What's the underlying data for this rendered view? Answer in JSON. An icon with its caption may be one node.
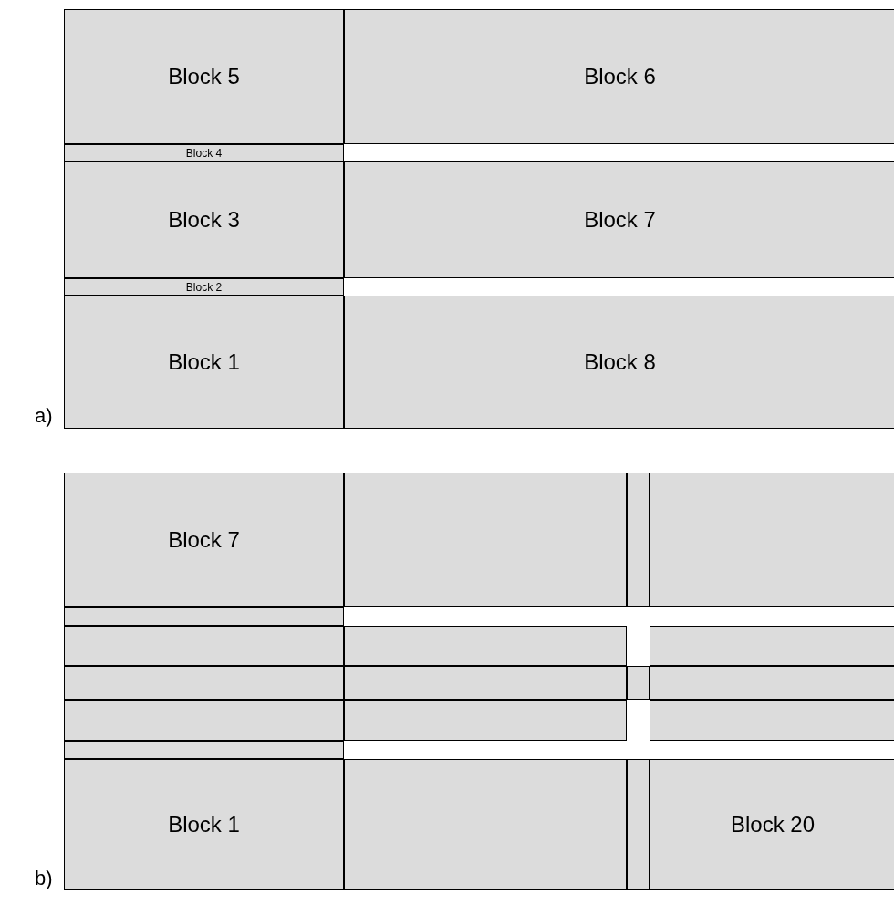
{
  "diagram": {
    "nodes": [
      {
        "text": [
          "Block 5"
        ]
      },
      {
        "text": [
          "Block 6"
        ]
      },
      {
        "text": [
          "Block 4"
        ]
      },
      {
        "text": [
          "Block 3"
        ]
      },
      {
        "text": [
          "Block 7"
        ]
      },
      {
        "text": [
          "Block 2"
        ]
      },
      {
        "text": [
          "Block 1"
        ]
      },
      {
        "text": [
          "Block 8"
        ]
      },
      {
        "text": [
          "Block 7"
        ]
      },
      {
        "text": [],
        "shape": "box"
      },
      {
        "text": [],
        "shape": "box"
      },
      {
        "text": [],
        "shape": "box"
      },
      {
        "text": [],
        "shape": "box"
      },
      {
        "text": [],
        "shape": "box"
      },
      {
        "text": [],
        "shape": "box"
      },
      {
        "text": [],
        "shape": "box"
      },
      {
        "text": [],
        "shape": "box"
      },
      {
        "text": [],
        "shape": "box"
      },
      {
        "text": [],
        "shape": "box"
      },
      {
        "text": [],
        "shape": "box"
      },
      {
        "text": [],
        "shape": "box"
      },
      {
        "text": [],
        "shape": "box"
      },
      {
        "text": [],
        "shape": "box"
      },
      {
        "text": [],
        "shape": "box"
      },
      {
        "text": [
          "Block 1"
        ]
      },
      {
        "text": [],
        "shape": "box"
      },
      {
        "text": [],
        "shape": "box"
      },
      {
        "text": [
          "Block 20"
        ]
      }
    ],
    "labels": [
      "a)",
      "b)"
    ]
  }
}
